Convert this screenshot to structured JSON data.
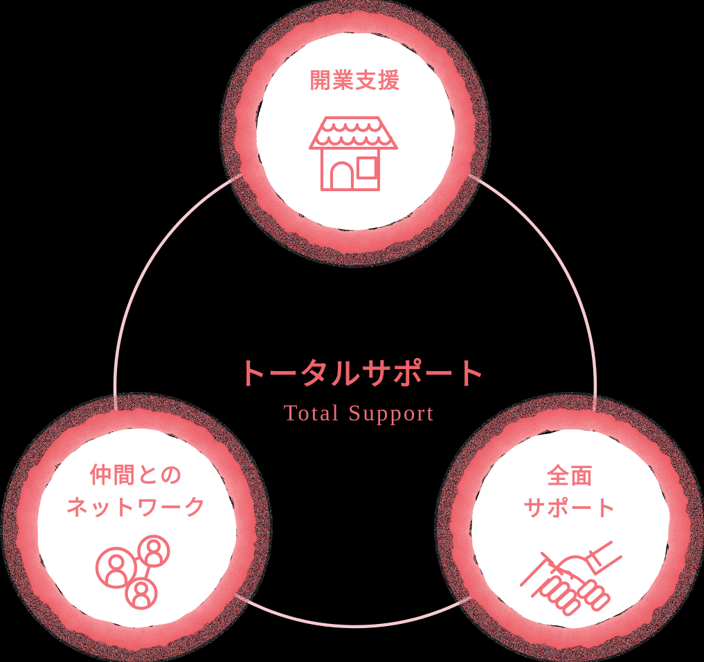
{
  "diagram": {
    "background_color": "#000000",
    "center": {
      "title_jp": "トータルサポート",
      "title_en": "Total Support"
    },
    "colors": {
      "ring_outer": "#e74f59",
      "ring_mid": "#ee6169",
      "ring_inner": "#f8abaf",
      "circle_fill": "#ffffff",
      "label_text": "#f4767e",
      "title_text": "#ef636b",
      "icon_stroke": "#f3717a",
      "connector_line": "#f8cbd1"
    },
    "nodes": [
      {
        "id": "opening-support",
        "label_line1": "開業支援",
        "label_line2": "",
        "icon": "storefront-icon"
      },
      {
        "id": "peer-network",
        "label_line1": "仲間との",
        "label_line2": "ネットワーク",
        "icon": "people-network-icon"
      },
      {
        "id": "full-support",
        "label_line1": "全面",
        "label_line2": "サポート",
        "icon": "handshake-icon"
      }
    ]
  }
}
